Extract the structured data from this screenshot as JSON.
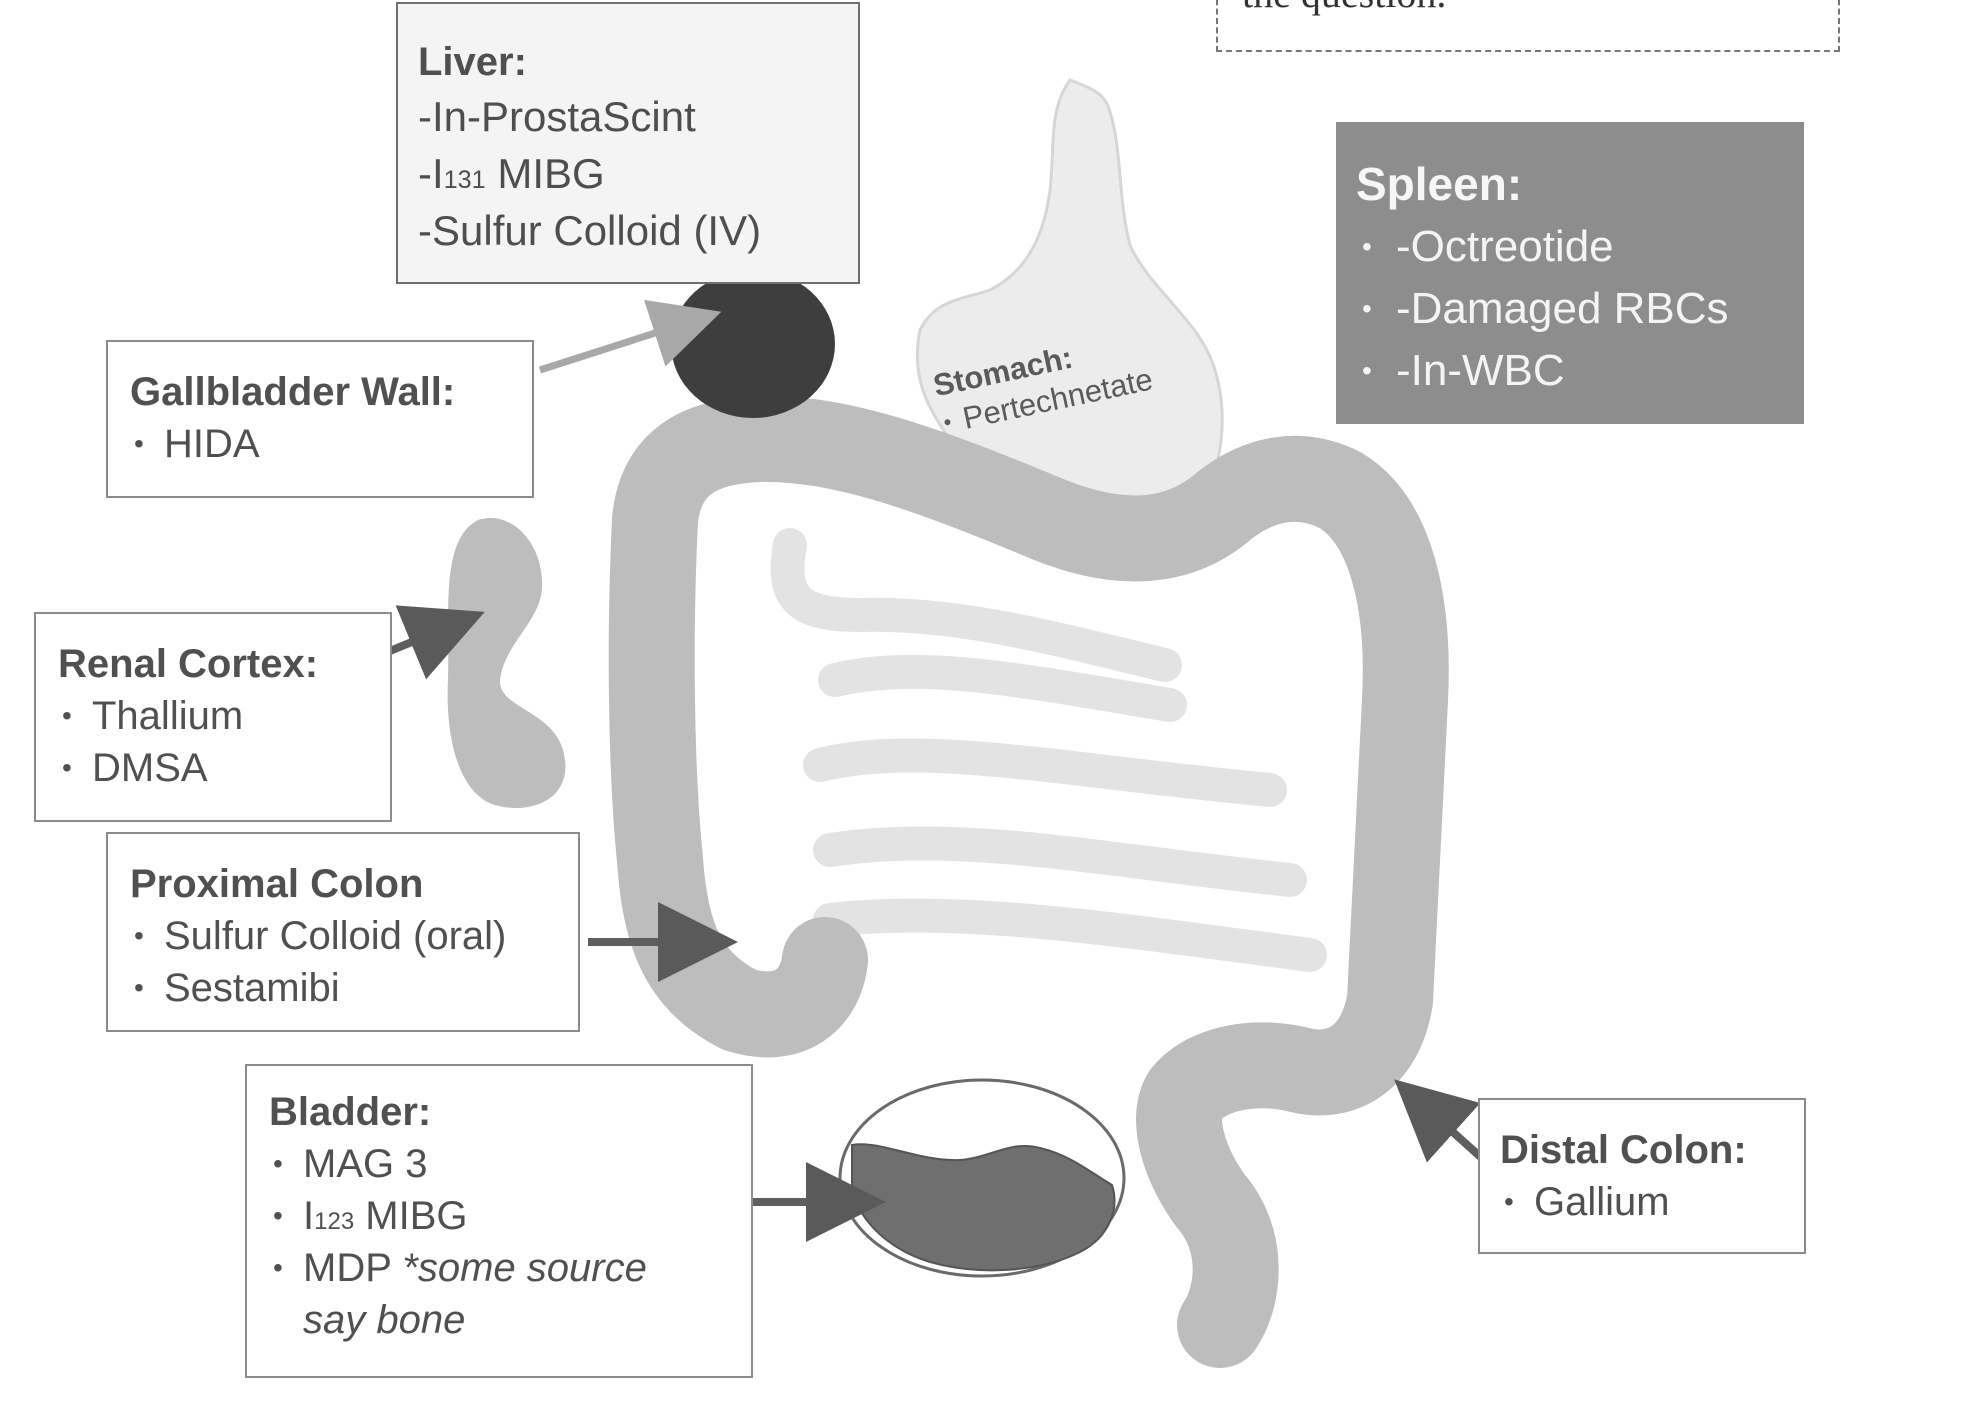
{
  "top_note": "the question.",
  "liver": {
    "title": "Liver:",
    "items": [
      "-In-ProstaScint",
      "MIBG",
      "-Sulfur Colloid (IV)"
    ],
    "i131_prefix": "-I",
    "i131_sup": "131"
  },
  "spleen": {
    "title": "Spleen:",
    "items": [
      "-Octreotide",
      "-Damaged RBCs",
      "-In-WBC"
    ]
  },
  "gallbladder_wall": {
    "title": "Gallbladder Wall:",
    "items": [
      "HIDA"
    ]
  },
  "stomach": {
    "title": "Stomach:",
    "items": [
      "Pertechnetate"
    ]
  },
  "renal_cortex": {
    "title": "Renal Cortex:",
    "items": [
      "Thallium",
      "DMSA"
    ]
  },
  "proximal_colon": {
    "title": "Proximal Colon",
    "items": [
      "Sulfur Colloid (oral)",
      "Sestamibi"
    ]
  },
  "bladder": {
    "title": "Bladder:",
    "items": [
      "MAG 3",
      "MIBG",
      "MDP"
    ],
    "i123_prefix": "I",
    "i123_sup": "123",
    "mdp_note": "*some source",
    "mdp_note_cont": "say bone"
  },
  "distal_colon": {
    "title": "Distal Colon:",
    "items": [
      "Gallium"
    ]
  },
  "colors": {
    "organ_gray": "#bdbdbd",
    "liver_dark": "#3e3e3e",
    "spleen_fill": "#8d8d8d",
    "arrow_gray": "#5e5e5e",
    "stomach_fill": "#ededed"
  }
}
